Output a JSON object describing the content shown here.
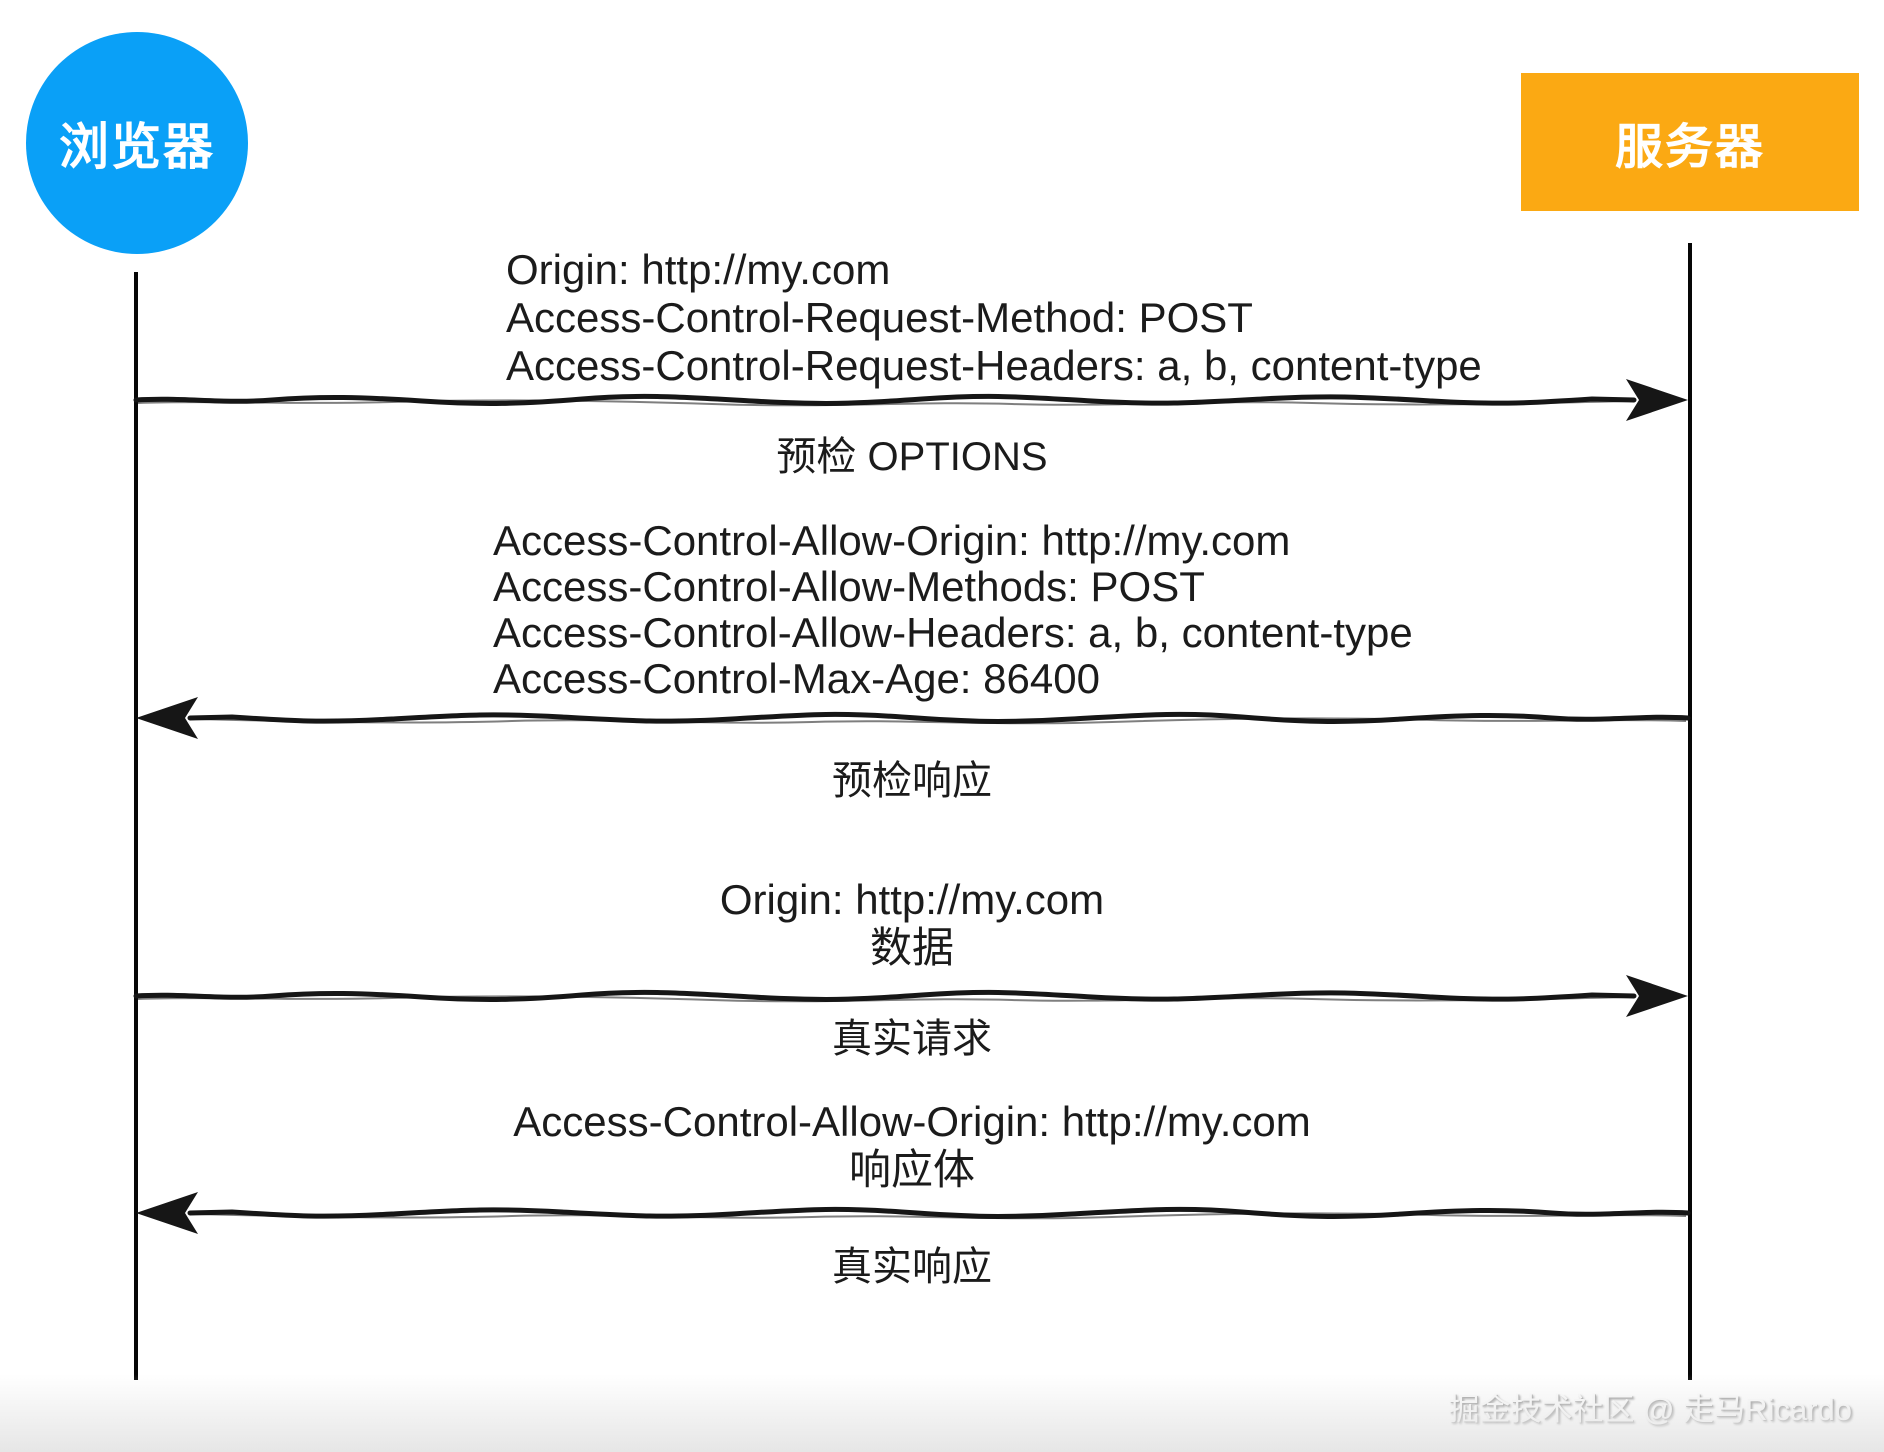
{
  "actors": {
    "browser": {
      "label": "浏览器",
      "color": "#0aa0f7"
    },
    "server": {
      "label": "服务器",
      "color": "#fba913"
    }
  },
  "messages": [
    {
      "direction": "right",
      "lines": [
        "Origin: http://my.com",
        "Access-Control-Request-Method: POST",
        "Access-Control-Request-Headers: a, b, content-type"
      ],
      "label": "预检 OPTIONS"
    },
    {
      "direction": "left",
      "lines": [
        "Access-Control-Allow-Origin: http://my.com",
        "Access-Control-Allow-Methods: POST",
        "Access-Control-Allow-Headers: a, b, content-type",
        "Access-Control-Max-Age: 86400"
      ],
      "label": "预检响应"
    },
    {
      "direction": "right",
      "lines": [
        "Origin: http://my.com",
        "数据"
      ],
      "label": "真实请求"
    },
    {
      "direction": "left",
      "lines": [
        "Access-Control-Allow-Origin: http://my.com",
        "响应体"
      ],
      "label": "真实响应"
    }
  ],
  "watermark": "掘金技术社区 @ 走马Ricardo",
  "arrow_color": "#161616"
}
